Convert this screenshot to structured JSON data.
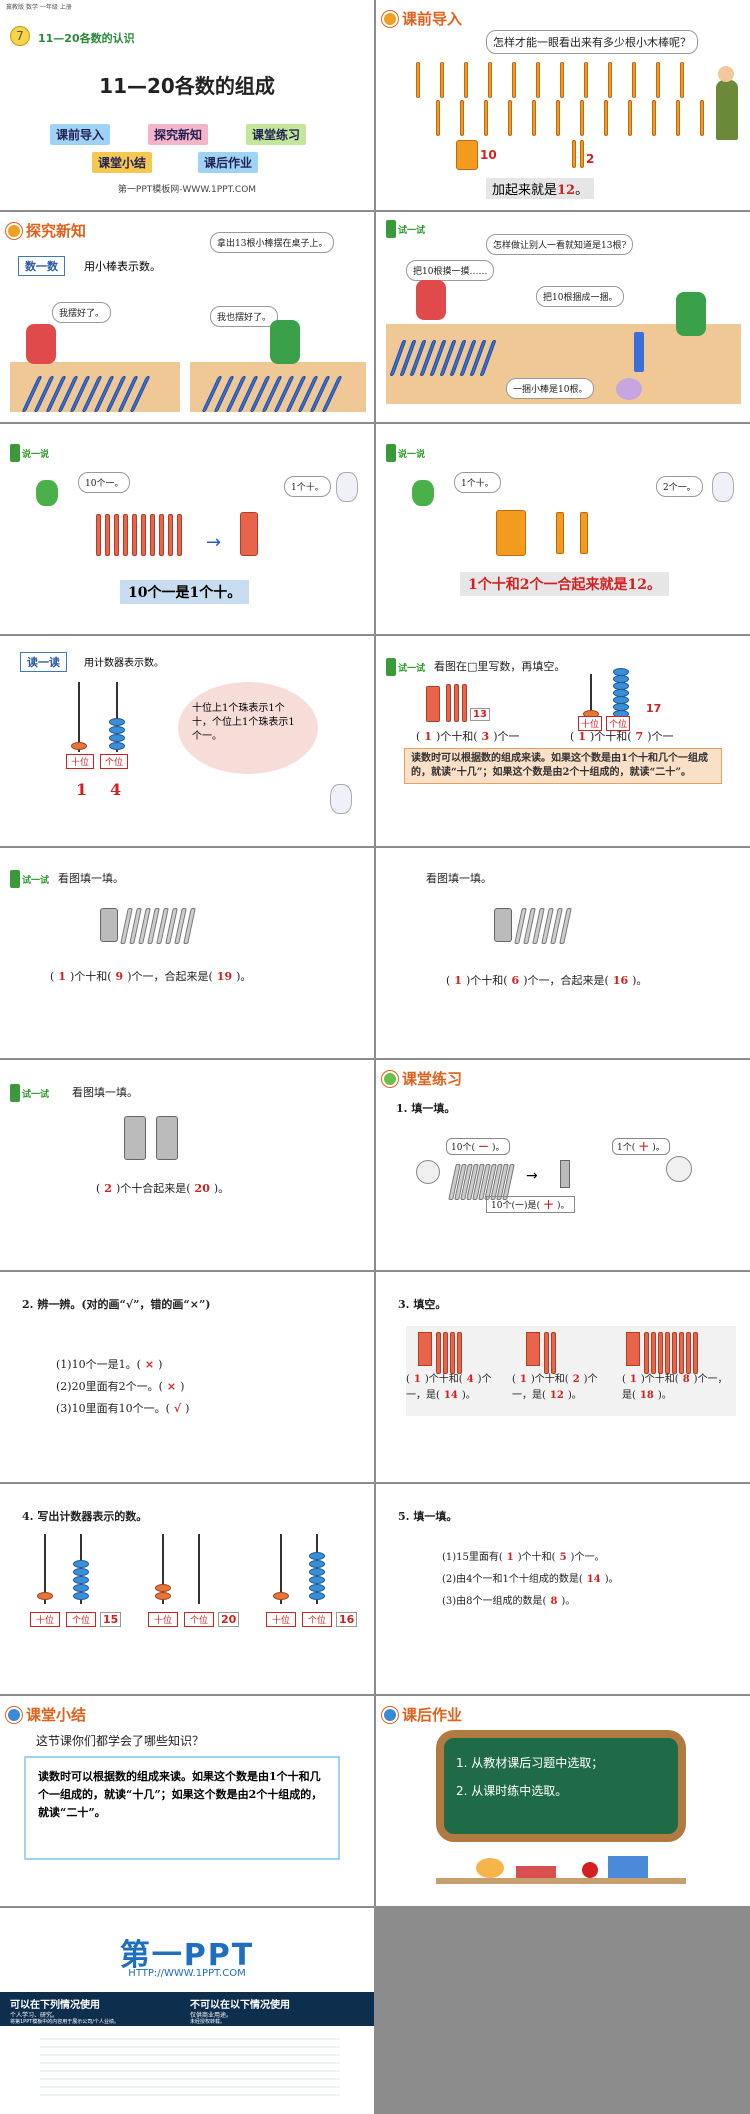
{
  "topbar": [
    "冀教版",
    "数学",
    "一年级",
    "上册"
  ],
  "s1": {
    "num": "7",
    "subtitle": "11—20各数的认识",
    "title": "11—20各数的组成",
    "buttons": [
      "课前导入",
      "探究新知",
      "课堂练习",
      "课堂小结",
      "课后作业"
    ],
    "footer": "第一PPT模板网-WWW.1PPT.COM"
  },
  "s2": {
    "section": "课前导入",
    "question": "怎样才能一眼看出来有多少根小木棒呢？",
    "n10": "10",
    "n2": "2",
    "sum_label": "加起来就是",
    "sum_value": "12",
    "dot": "。"
  },
  "s3": {
    "section": "探究新知",
    "tag": "数一数",
    "tag_desc": "用小棒表示数。",
    "bubble_top": "拿出13根小棒摆在桌子上。",
    "girl_say": "我摆好了。",
    "boy_say": "我也摆好了。"
  },
  "s4": {
    "badge": "试一试",
    "q": "怎样做让别人一看就知道是13根?",
    "b1": "把10根摸一摸……",
    "b2": "把10根捆成一捆。",
    "b3": "一捆小棒是10根。"
  },
  "s5": {
    "badge": "说一说",
    "b1": "10个一。",
    "b2": "1个十。",
    "caption": "10个一是1个十。"
  },
  "s6": {
    "badge": "说一说",
    "b1": "1个十。",
    "b2": "2个一。",
    "caption": "1个十和2个一合起来就是12。"
  },
  "s7": {
    "tag": "读一读",
    "desc": "用计数器表示数。",
    "bubble": "十位上1个珠表示1个十，个位上1个珠表示1个一。",
    "place_ten": "十位",
    "place_one": "个位",
    "d1": "1",
    "d2": "4"
  },
  "s8": {
    "badge": "试一试",
    "instr": "看图在□里写数，再填空。",
    "n13": "13",
    "n17": "17",
    "f1a": "1",
    "f1b": "3",
    "f2a": "1",
    "f2b": "7",
    "word_ten": "个十和",
    "word_one": "个一",
    "place_ten": "十位",
    "place_one": "个位",
    "rule": "读数时可以根据数的组成来读。如果这个数是由1个十和几个一组成的，就读“十几”；如果这个数是由2个十组成的，就读“二十”。"
  },
  "s9": {
    "badge": "试一试",
    "instr": "看图填一填。",
    "a": "1",
    "b": "9",
    "c": "19",
    "t1": "个十和",
    "t2": "个一，合起来是",
    "t3": "。"
  },
  "s10": {
    "instr": "看图填一填。",
    "a": "1",
    "b": "6",
    "c": "16",
    "t1": "个十和",
    "t2": "个一，合起来是",
    "t3": "。"
  },
  "s11": {
    "badge": "试一试",
    "instr": "看图填一填。",
    "a": "2",
    "c": "20",
    "t1": "个十合起来是",
    "t3": "。"
  },
  "s12": {
    "section": "课堂练习",
    "q": "1. 填一填。",
    "l1": "10个(",
    "a1": "一",
    "r1": ")。",
    "l2": "1个(",
    "a2": "十",
    "r2": ")。",
    "l3": "10个(一)是(",
    "a3": "十",
    "r3": ")。"
  },
  "s13": {
    "q": "2. 辨一辨。(对的画“√”，错的画“×”)",
    "items": [
      {
        "t": "(1)10个一是1。(",
        "a": "×",
        "e": ")"
      },
      {
        "t": "(2)20里面有2个一。(",
        "a": "×",
        "e": ")"
      },
      {
        "t": "(3)10里面有10个一。(",
        "a": "√",
        "e": ")"
      }
    ]
  },
  "s14": {
    "q": "3. 填空。",
    "groups": [
      {
        "a": "1",
        "b": "4",
        "c": "14"
      },
      {
        "a": "1",
        "b": "2",
        "c": "12"
      },
      {
        "a": "1",
        "b": "8",
        "c": "18"
      }
    ],
    "t1": "个十和",
    "t2": "个一，是",
    "t3": "。"
  },
  "s15": {
    "q": "4. 写出计数器表示的数。",
    "ten": "十位",
    "one": "个位",
    "n1": "15",
    "n2": "20",
    "n3": "16"
  },
  "s16": {
    "q": "5. 填一填。",
    "l1a": "(1)15里面有(",
    "l1b": "1",
    "l1c": ")个十和(",
    "l1d": "5",
    "l1e": ")个一。",
    "l2a": "(2)由4个一和1个十组成的数是(",
    "l2b": "14",
    "l2c": ")。",
    "l3a": "(3)由8个一组成的数是(",
    "l3b": "8",
    "l3c": ")。"
  },
  "s17": {
    "section": "课堂小结",
    "q": "这节课你们都学会了哪些知识？",
    "text": "读数时可以根据数的组成来读。如果这个数是由1个十和几个一组成的，就读“十几”；如果这个数是由2个十组成的，就读“二十”。"
  },
  "s18": {
    "section": "课后作业",
    "items": [
      "1. 从教材课后习题中选取；",
      "2. 从课时练中选取。"
    ]
  },
  "s19": {
    "logo": "第一PPT",
    "url": "HTTP://WWW.1PPT.COM",
    "can_title": "可以在下列情况使用",
    "cannot_title": "不可以在以下情况使用",
    "can_text": "个人学习、研究。",
    "can_text2": "将第1PPT模板中的内容用于展示公司/个人业绩。",
    "cannot_text": "仅供商业用途。",
    "cannot_text2": "未经授权转载。"
  }
}
